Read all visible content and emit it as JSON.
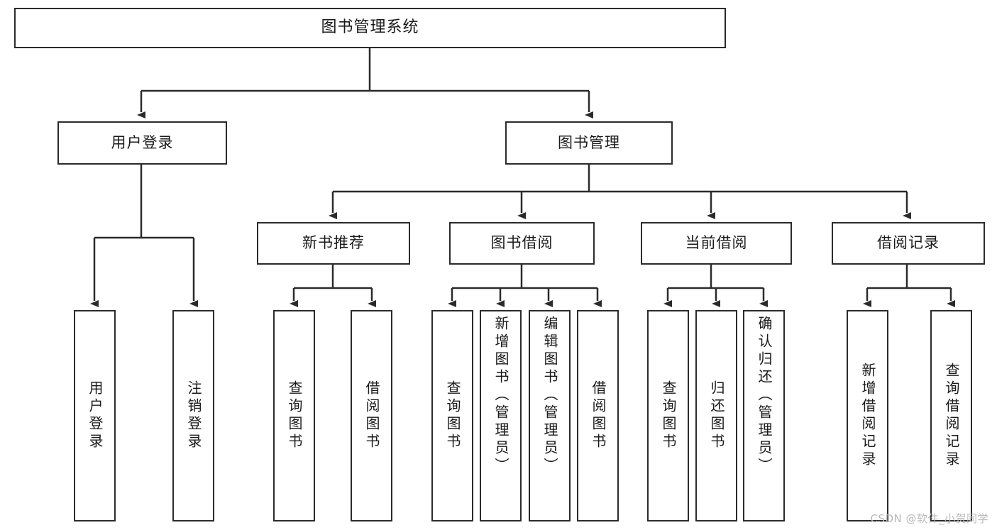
{
  "diagram": {
    "type": "tree-hierarchy-chart",
    "title": "图书管理系统",
    "watermark": "CSDN @软件_小贺同学",
    "stroke_color": "#2b2b2b",
    "fill_color": "#ffffff",
    "text_color": "#1a1a1a",
    "root": {
      "label": "图书管理系统",
      "level": 1
    },
    "level2": [
      {
        "label": "用户登录"
      },
      {
        "label": "图书管理"
      }
    ],
    "level3": [
      {
        "label": "新书推荐",
        "parent": "图书管理"
      },
      {
        "label": "图书借阅",
        "parent": "图书管理"
      },
      {
        "label": "当前借阅",
        "parent": "图书管理"
      },
      {
        "label": "借阅记录",
        "parent": "图书管理"
      }
    ],
    "leaves": {
      "user_login": [
        {
          "label": "用户登录"
        },
        {
          "label": "注销登录"
        }
      ],
      "new_book_recommend": [
        {
          "label": "查询图书"
        },
        {
          "label": "借阅图书"
        }
      ],
      "book_borrow": [
        {
          "label": "查询图书"
        },
        {
          "label": "新增图书（管理员）"
        },
        {
          "label": "编辑图书（管理员）"
        },
        {
          "label": "借阅图书"
        }
      ],
      "current_borrow": [
        {
          "label": "查询图书"
        },
        {
          "label": "归还图书"
        },
        {
          "label": "确认归还（管理员）"
        }
      ],
      "borrow_record": [
        {
          "label": "新增借阅记录"
        },
        {
          "label": "查询借阅记录"
        }
      ]
    }
  }
}
